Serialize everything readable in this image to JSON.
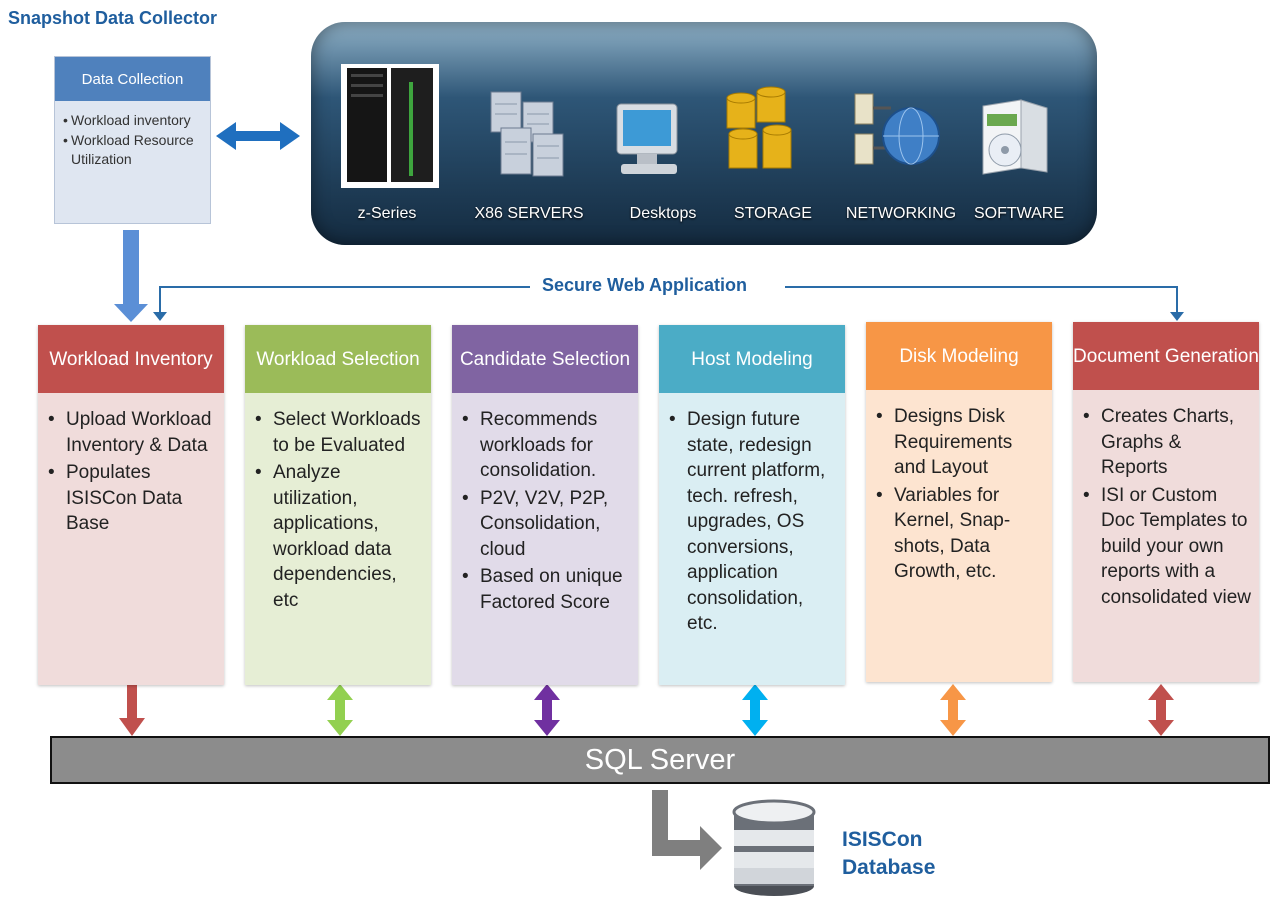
{
  "collector_title": "Snapshot Data Collector",
  "data_collection": {
    "header": "Data Collection",
    "items": [
      "Workload inventory",
      "Workload Resource Utilization"
    ]
  },
  "infrastructure": {
    "items": [
      {
        "label": "z-Series",
        "icon": "mainframe-icon"
      },
      {
        "label": "X86 SERVERS",
        "icon": "servers-icon"
      },
      {
        "label": "Desktops",
        "icon": "desktop-icon"
      },
      {
        "label": "STORAGE",
        "icon": "storage-icon"
      },
      {
        "label": "NETWORKING",
        "icon": "networking-icon"
      },
      {
        "label": "SOFTWARE",
        "icon": "software-icon"
      }
    ]
  },
  "secure_web_label": "Secure Web Application",
  "modules": [
    {
      "title": "Workload Inventory",
      "head_color": "#c0504d",
      "body_color": "#f0dcdb",
      "items": [
        "Upload Workload Inventory & Data",
        "Populates ISISCon Data Base"
      ]
    },
    {
      "title": "Workload Selection",
      "head_color": "#9bbb59",
      "body_color": "#e6eed5",
      "items": [
        "Select Workloads to be Evaluated",
        "Analyze utilization, applications, workload data dependencies, etc"
      ]
    },
    {
      "title": "Candidate Selection",
      "head_color": "#8064a2",
      "body_color": "#e1dbe9",
      "items": [
        "Recommends workloads for consolidation.",
        "P2V, V2V, P2P, Consolidation, cloud",
        "Based on unique Factored Score"
      ]
    },
    {
      "title": "Host Modeling",
      "head_color": "#4bacc6",
      "body_color": "#daeef3",
      "items": [
        "Design future state, redesign current platform, tech. refresh, upgrades, OS conversions, application consolidation, etc."
      ]
    },
    {
      "title": "Disk Modeling",
      "head_color": "#f79646",
      "body_color": "#fde4d0",
      "items": [
        "Designs Disk Requirements and Layout",
        "Variables for Kernel, Snap-shots, Data Growth, etc."
      ]
    },
    {
      "title": "Document Generation",
      "head_color": "#c0504d",
      "body_color": "#f0dcdb",
      "items": [
        "Creates Charts, Graphs & Reports",
        "ISI or Custom Doc Templates to build your own reports with a consolidated view"
      ]
    }
  ],
  "sql_server_label": "SQL Server",
  "database_label": "ISISCon Database",
  "arrow_colors": [
    "#c0504d",
    "#92d050",
    "#7030a0",
    "#00b0f0",
    "#f79646",
    "#c0504d"
  ]
}
